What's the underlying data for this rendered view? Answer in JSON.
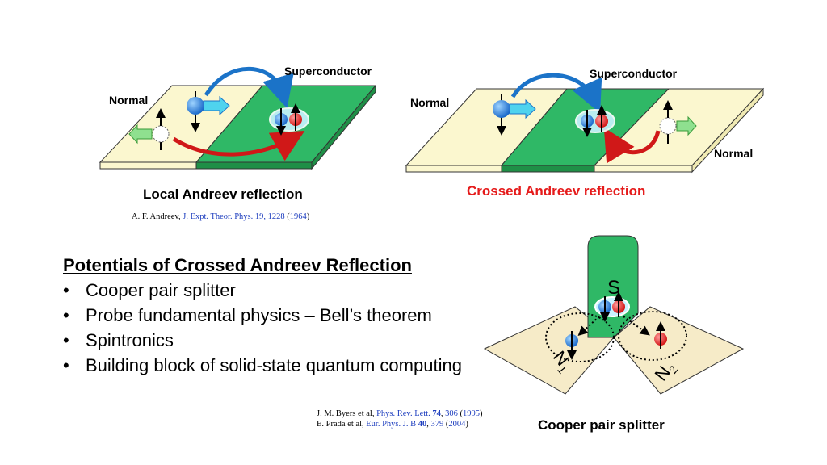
{
  "colors": {
    "normal_fill": "#fbf7cf",
    "superconductor_fill": "#2fb866",
    "superconductor_dark": "#1f8f47",
    "electron": "#1e7be0",
    "hole_red": "#e51b1b",
    "arrow_blue": "#1b73c8",
    "arrow_red": "#d01818",
    "arrow_cyan": "#4fd3ee",
    "arrow_green": "#8fe08f",
    "lead_fill": "#f6ebc8",
    "link_blue": "#1f3fbf",
    "caption_red": "#e51b1b"
  },
  "local_diagram": {
    "label_superconductor": "Superconductor",
    "label_normal": "Normal",
    "caption": "Local Andreev reflection",
    "reference": {
      "author": "A. F. Andreev, ",
      "journal": "J. Expt. Theor. Phys. 19, 1228",
      "year_open": " (",
      "year": "1964",
      "year_close": ")"
    }
  },
  "crossed_diagram": {
    "label_superconductor": "Superconductor",
    "label_normal_left": "Normal",
    "label_normal_right": "Normal",
    "caption": "Crossed Andreev reflection"
  },
  "potentials": {
    "heading": "Potentials of Crossed Andreev Reflection",
    "items": [
      "Cooper pair splitter",
      "Probe fundamental physics – Bell’s theorem",
      "Spintronics",
      "Building block of solid-state quantum computing"
    ]
  },
  "references_bottom": [
    {
      "author": "J. M. Byers et al, ",
      "journal": "Phys. Rev. Lett.",
      "volume": "74",
      "page": "306",
      "year": "1995"
    },
    {
      "author": "E. Prada et al, ",
      "journal": "Eur. Phys. J. B",
      "volume": "40",
      "page": "379",
      "year": "2004"
    }
  ],
  "splitter": {
    "label_s": "S",
    "label_n1": "N",
    "label_n1_sub": "1",
    "label_n2": "N",
    "label_n2_sub": "2",
    "caption": "Cooper pair splitter"
  }
}
